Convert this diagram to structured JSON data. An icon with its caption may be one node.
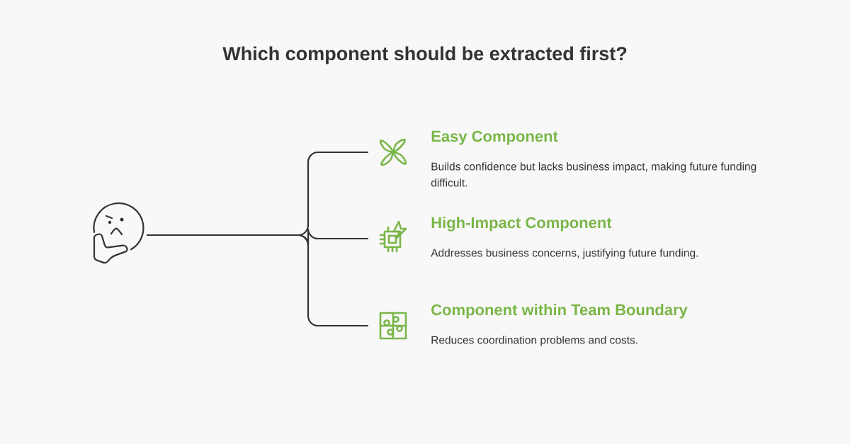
{
  "diagram": {
    "title": "Which component should be extracted first?",
    "nodes": [
      {
        "text": [],
        "shape": "picture"
      },
      {
        "text": [],
        "shape": "picture",
        "beside": [
          "Easy Component",
          "Builds confidence but lacks business impact, making future funding difficult."
        ]
      },
      {
        "text": [],
        "shape": "picture",
        "beside": [
          "High-Impact Component",
          "Addresses business concerns, justifying future funding."
        ]
      },
      {
        "text": [],
        "shape": "picture",
        "beside": [
          "Component within Team Boundary",
          "Reduces coordination problems and costs."
        ]
      }
    ],
    "edges": [
      {
        "from": 0,
        "to": 1,
        "arrow": "none"
      },
      {
        "from": 0,
        "to": 2,
        "arrow": "none"
      },
      {
        "from": 0,
        "to": 3,
        "arrow": "none"
      }
    ]
  }
}
